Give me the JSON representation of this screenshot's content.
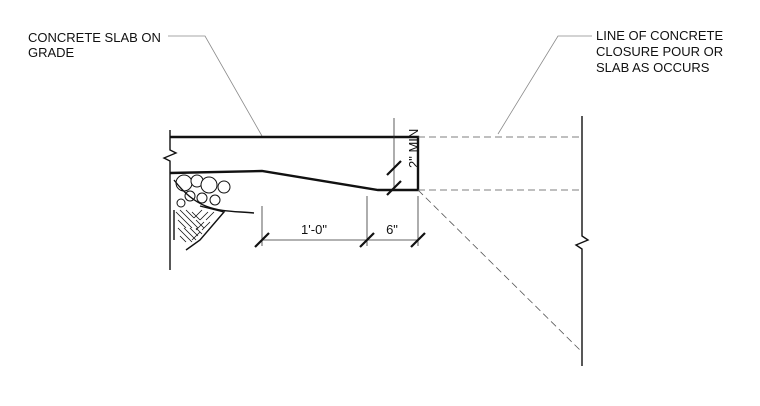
{
  "callouts": {
    "slab_on_grade": [
      "CONCRETE SLAB ON",
      "GRADE"
    ],
    "closure_pour": [
      "LINE OF CONCRETE",
      "CLOSURE POUR OR",
      "SLAB AS OCCURS"
    ]
  },
  "dimensions": {
    "thickening_width": "1'-0\"",
    "edge_width": "6\"",
    "min_thickness": "2\" MIN"
  }
}
